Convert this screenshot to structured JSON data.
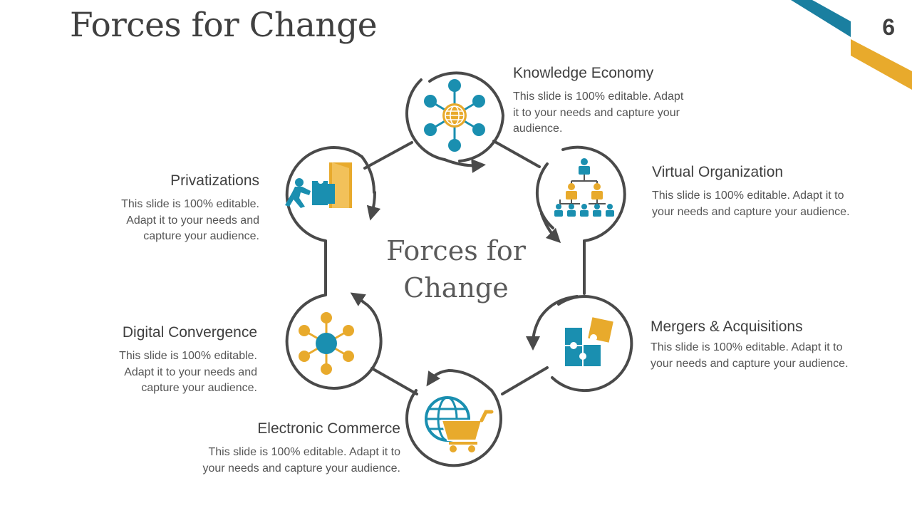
{
  "slide": {
    "title": "Forces for Change",
    "page_number": "6"
  },
  "diagram": {
    "center_title_line1": "Forces for",
    "center_title_line2": "Change",
    "items": [
      {
        "title": "Knowledge Economy",
        "description": "This slide is 100% editable. Adapt it to your needs and capture your audience.",
        "icon": "globe-network-icon"
      },
      {
        "title": "Virtual Organization",
        "description": "This slide is 100% editable. Adapt it to your needs and capture your audience.",
        "icon": "org-chart-icon"
      },
      {
        "title": "Mergers & Acquisitions",
        "description": "This slide is 100% editable. Adapt it to your needs and capture your audience.",
        "icon": "puzzle-icon"
      },
      {
        "title": "Electronic Commerce",
        "description": "This slide is 100% editable. Adapt it to your needs and capture your audience.",
        "icon": "globe-cart-icon"
      },
      {
        "title": "Digital Convergence",
        "description": "This slide is 100% editable. Adapt it to your needs and capture your audience.",
        "icon": "hub-network-icon"
      },
      {
        "title": "Privatizations",
        "description": "This slide is 100% editable. Adapt it to your needs and capture your audience.",
        "icon": "person-pushing-puzzle-icon"
      }
    ]
  },
  "colors": {
    "teal": "#1a8fb0",
    "gold": "#e8aa2c",
    "ring": "#4a4a4a",
    "text": "#404040"
  }
}
